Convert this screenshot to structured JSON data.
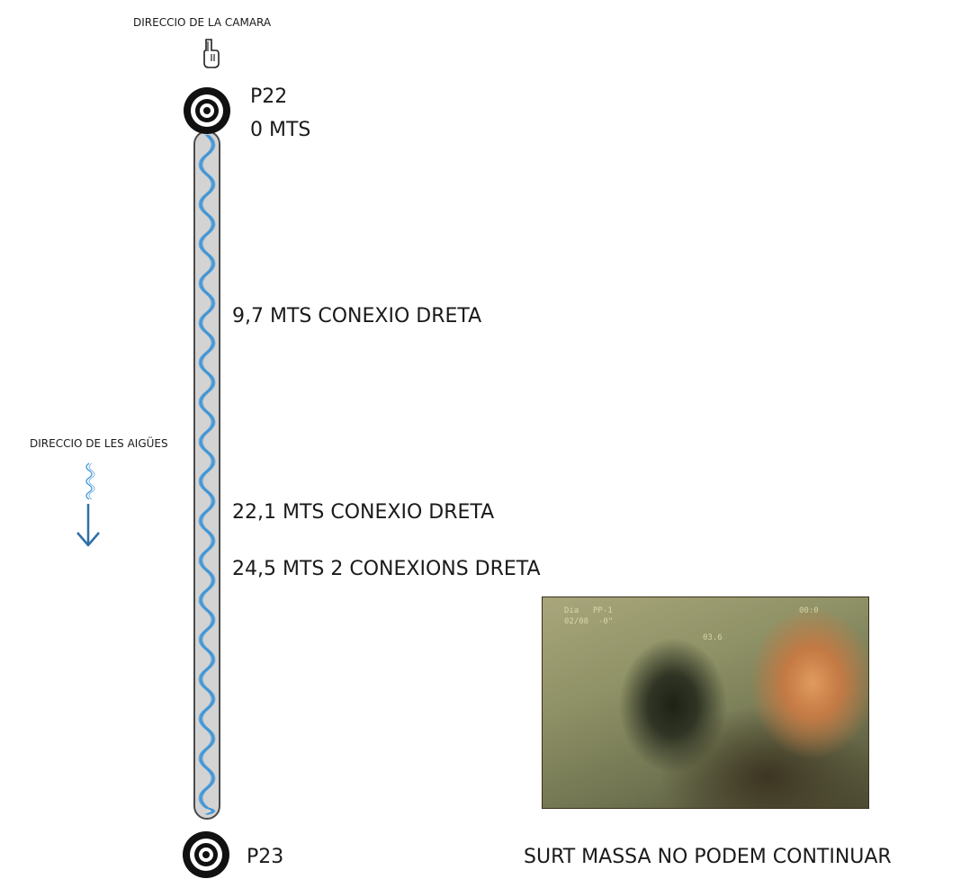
{
  "camera_direction_label": "DIRECCIO  DE LA CAMARA",
  "water_direction_label": "DIRECCIO DE LES AIGÜES",
  "manholes": {
    "start": {
      "id": "P22",
      "distance": "0 MTS"
    },
    "end": {
      "id": "P23"
    }
  },
  "annotations": [
    "9,7 MTS CONEXIO DRETA",
    "22,1 MTS CONEXIO DRETA",
    "24,5 MTS 2 CONEXIONS DRETA"
  ],
  "photo_caption": "SURT MASSA NO PODEM CONTINUAR",
  "photo_overlay_text": [
    "Dia",
    "PP-1",
    "02/08",
    "-0\"",
    "03.6",
    "00:0"
  ],
  "colors": {
    "pipe_fill": "#d3d3d3",
    "water_line": "#3a93d6",
    "manhole": "#111111",
    "arrow": "#2f6fa6"
  },
  "icons": {
    "camera_marker": "pointing-hand-icon",
    "manhole": "manhole-target-icon",
    "water_flow": "wavy-down-arrow-icon"
  }
}
